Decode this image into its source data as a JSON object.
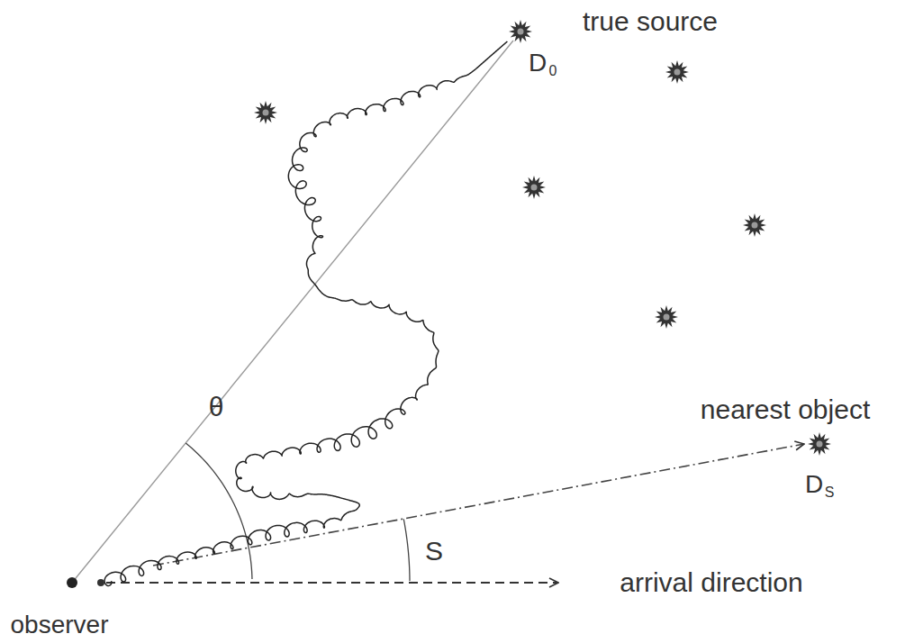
{
  "diagram": {
    "labels": [
      "true source",
      "D",
      "0",
      "θ",
      "S",
      "nearest object",
      "D",
      "S",
      "arrival direction",
      "observer"
    ]
  }
}
